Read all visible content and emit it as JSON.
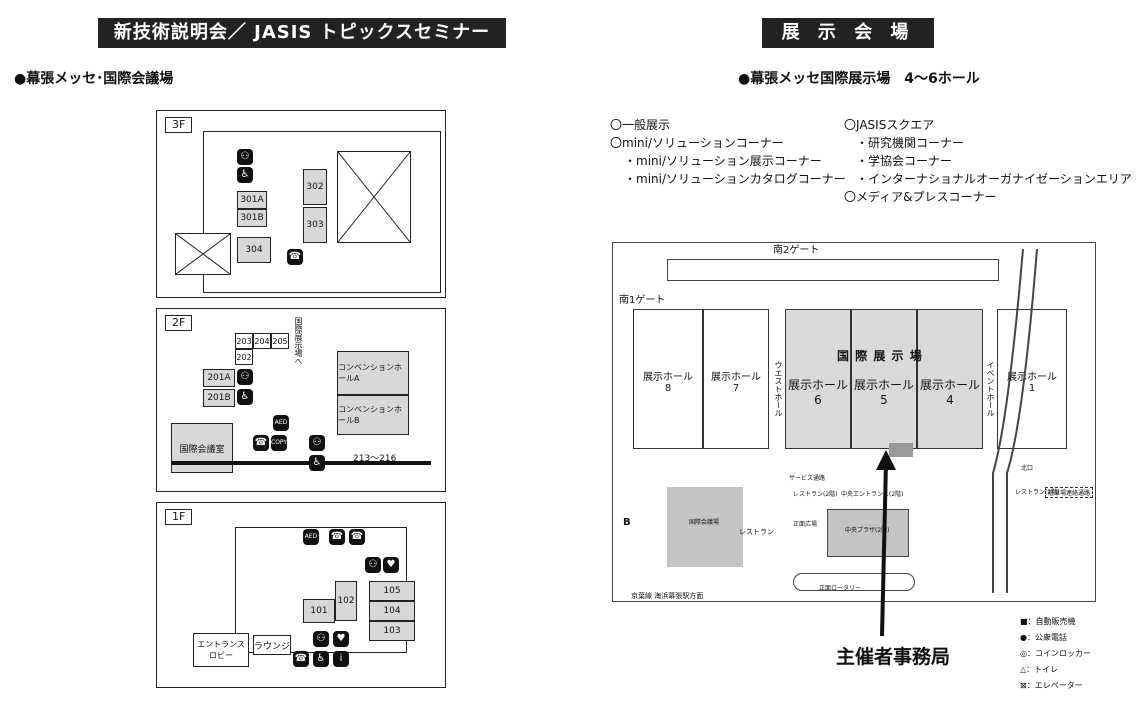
{
  "left": {
    "banner": "新技術説明会／ JASIS トピックスセミナー",
    "venue": "●幕張メッセ･国際会議場",
    "floor3": {
      "label": "3F",
      "rooms": [
        "301A",
        "301B",
        "302",
        "303",
        "304"
      ]
    },
    "floor2": {
      "label": "2F",
      "rooms": [
        "203",
        "204",
        "205",
        "202",
        "201A",
        "201B"
      ],
      "hall_a": "コンベンションホールA",
      "hall_b": "コンベンションホールB",
      "range": "213〜216",
      "meeting": "国際会議室",
      "to_exhibit": "国際展示場へ",
      "aed": "AED",
      "copy": "COPY"
    },
    "floor1": {
      "label": "1F",
      "rooms": [
        "105",
        "104",
        "103",
        "102",
        "101"
      ],
      "entrance": "エントランス\nロビー",
      "lounge": "ラウンジ",
      "aed": "AED"
    }
  },
  "right": {
    "banner": "展 示 会 場",
    "venue": "●幕張メッセ国際展示場　4〜6ホール",
    "list_left": [
      "〇一般展示",
      "〇mini/ソリューションコーナー",
      "・mini/ソリューション展示コーナー",
      "・mini/ソリューションカタログコーナー"
    ],
    "list_right": [
      "〇JASISスクエア",
      "・研究機関コーナー",
      "・学協会コーナー",
      "・インターナショナルオーガナイゼーションエリア",
      "〇メディア&プレスコーナー"
    ],
    "gate_north": "南2ゲート",
    "gate_south": "南1ゲート",
    "center_title": "国 際 展 示 場",
    "halls": [
      {
        "name": "展示ホール",
        "num": "8"
      },
      {
        "name": "展示ホール",
        "num": "7"
      },
      {
        "name": "展示ホール",
        "num": "6"
      },
      {
        "name": "展示ホール",
        "num": "5"
      },
      {
        "name": "展示ホール",
        "num": "4"
      },
      {
        "name": "展示ホール",
        "num": "1"
      }
    ],
    "side_west": "ウエストホール",
    "side_east": "イベントホール",
    "service": "サービス通路",
    "restaurant2f": "レストラン(2階)",
    "central_entrance": "中央エントランス(2階)",
    "restaurant_e": "レストラン(2階)",
    "nankai": "国際会議場",
    "restaurant": "レストラン",
    "plaza": "正面広場",
    "central_plaza": "中央プラザ(2階)",
    "rotary": "正面ロータリー",
    "railway": "京葉線 海浜幕張駅方面",
    "north_exit": "北口",
    "link": "駐車場連絡通路",
    "b_mark": "B",
    "office": "主催者事務局",
    "legend": [
      "■：自動販売機",
      "●：公衆電話",
      "◎：コインロッカー",
      "△：トイレ",
      "⊠：エレベーター"
    ]
  }
}
